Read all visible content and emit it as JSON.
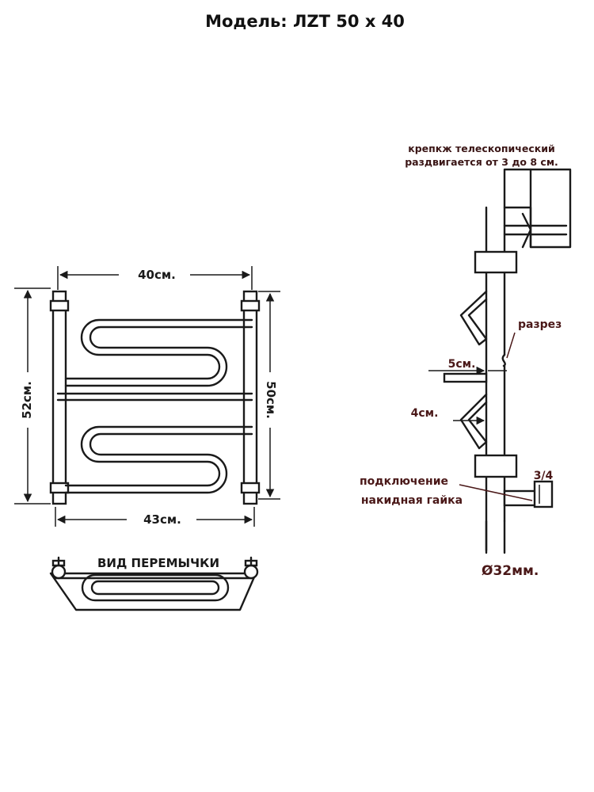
{
  "title": "Модель: ЛZT 50 х 40",
  "front_view": {
    "width_top": "40см.",
    "width_bottom": "43см.",
    "height_left": "52см.",
    "height_right": "50см."
  },
  "jumper_view": {
    "label": "ВИД ПЕРЕМЫЧКИ"
  },
  "side_view": {
    "mount_note_line1": "крепкж телескопический",
    "mount_note_line2": "раздвигается от 3 до 8 см.",
    "cut_label": "разрез",
    "dim_5": "5см.",
    "dim_4": "4см.",
    "thread_size": "3/4",
    "connection_line1": "подключение",
    "connection_line2": "накидная гайка",
    "diameter": "Ø32мм."
  },
  "colors": {
    "line": "#1a1a1a",
    "annotation": "#4a1818",
    "background": "#ffffff"
  }
}
